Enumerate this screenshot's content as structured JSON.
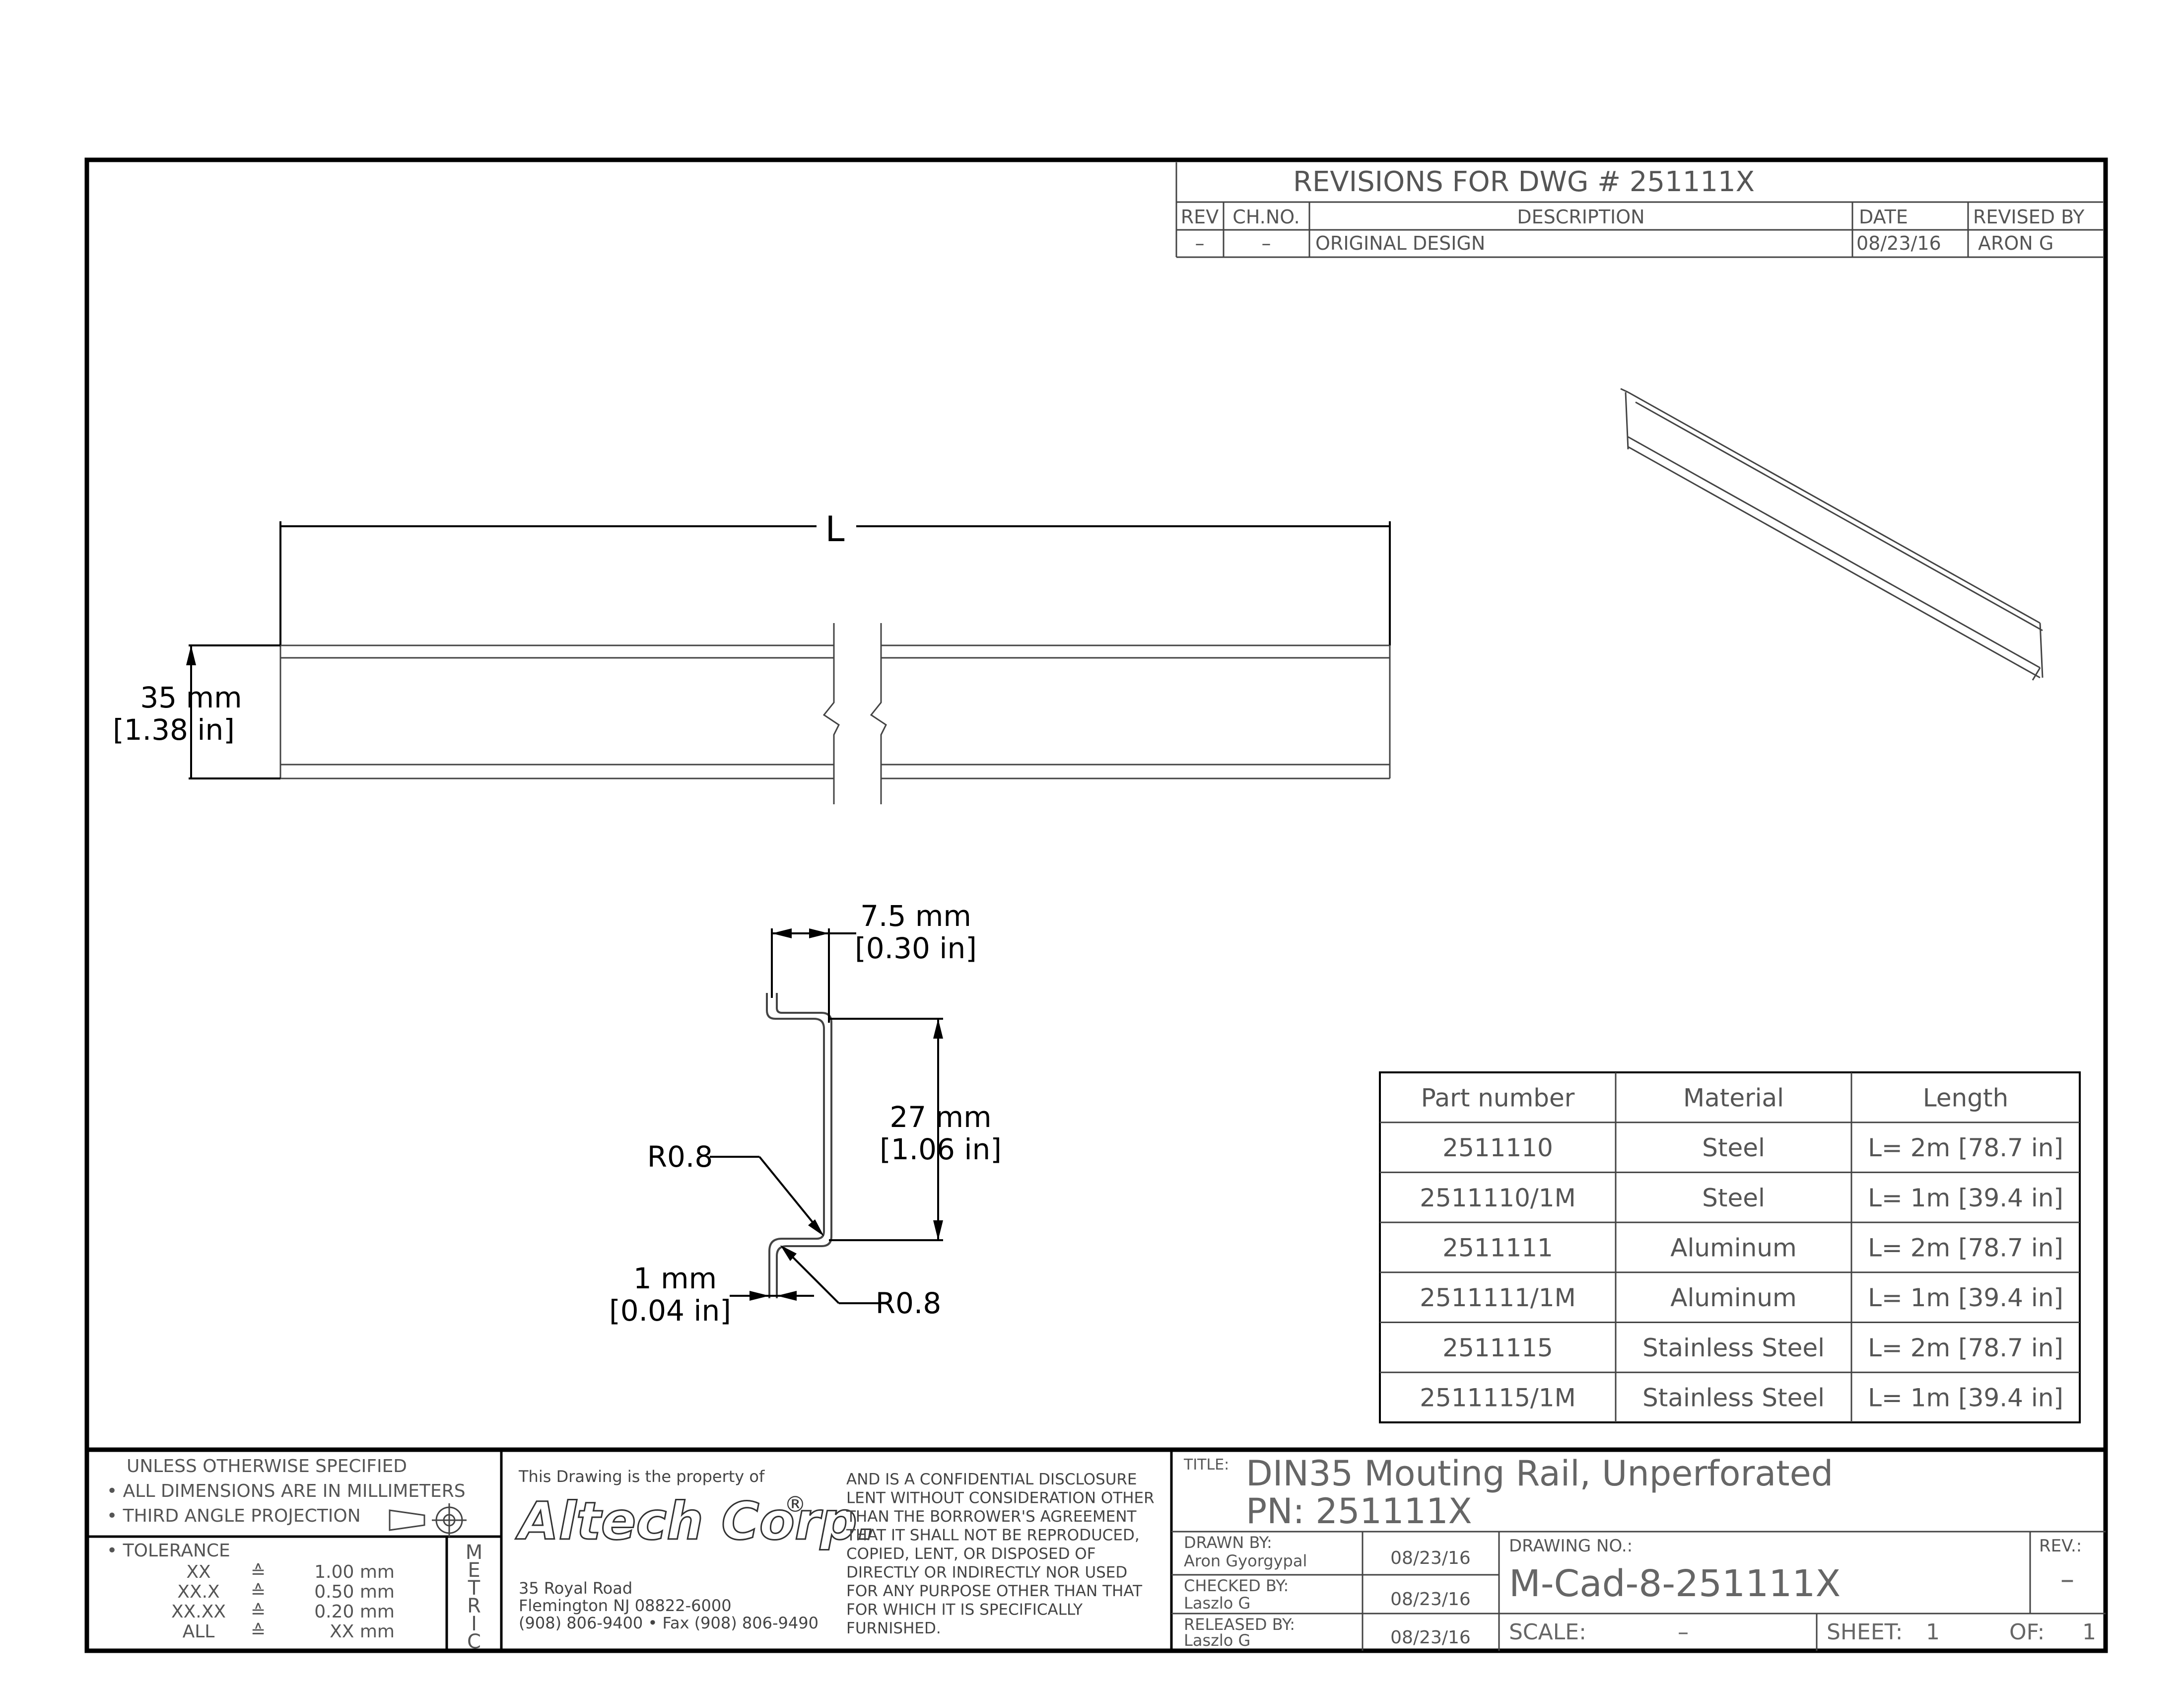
{
  "revisions": {
    "title": "REVISIONS FOR DWG # 251111X",
    "headers": {
      "rev": "REV",
      "chno": "CH.NO.",
      "description": "DESCRIPTION",
      "date": "DATE",
      "revised_by": "REVISED BY"
    },
    "row": {
      "rev": "–",
      "chno": "–",
      "description": "ORIGINAL DESIGN",
      "date": "08/23/16",
      "revised_by": "ARON G"
    }
  },
  "dimensions": {
    "length": "L",
    "height_mm": "35 mm",
    "height_in": "[1.38 in]",
    "flange_mm": "7.5 mm",
    "flange_in": "[0.30 in]",
    "depth_mm": "27 mm",
    "depth_in": "[1.06 in]",
    "radius_top": "R0.8",
    "radius_bottom": "R0.8",
    "thickness_mm": "1 mm",
    "thickness_in": "[0.04 in]"
  },
  "parts_table": {
    "headers": [
      "Part number",
      "Material",
      "Length"
    ],
    "rows": [
      [
        "2511110",
        "Steel",
        "L= 2m [78.7 in]"
      ],
      [
        "2511110/1M",
        "Steel",
        "L= 1m [39.4 in]"
      ],
      [
        "2511111",
        "Aluminum",
        "L= 2m [78.7 in]"
      ],
      [
        "2511111/1M",
        "Aluminum",
        "L= 1m [39.4 in]"
      ],
      [
        "2511115",
        "Stainless Steel",
        "L= 2m [78.7 in]"
      ],
      [
        "2511115/1M",
        "Stainless Steel",
        "L= 1m [39.4 in]"
      ]
    ]
  },
  "notes": {
    "line1": "UNLESS OTHERWISE SPECIFIED",
    "line2": "• ALL DIMENSIONS ARE IN MILLIMETERS",
    "line3": "• THIRD ANGLE PROJECTION",
    "tolerance_label": "• TOLERANCE",
    "tolerances": [
      [
        "XX",
        "≙",
        "1.00 mm"
      ],
      [
        "XX.X",
        "≙",
        "0.50 mm"
      ],
      [
        "XX.XX",
        "≙",
        "0.20 mm"
      ],
      [
        "ALL",
        "≙",
        "XX mm"
      ]
    ],
    "metric": [
      "M",
      "E",
      "T",
      "R",
      "I",
      "C"
    ]
  },
  "company": {
    "property": "This Drawing is the property of",
    "logo": "Altech Corp.",
    "reg": "®",
    "address1": "35 Royal Road",
    "address2": "Flemington NJ 08822-6000",
    "phone": "(908) 806-9400 • Fax (908) 806-9490",
    "disclosure": [
      "AND IS A CONFIDENTIAL DISCLOSURE",
      "LENT WITHOUT CONSIDERATION OTHER",
      "THAN THE BORROWER'S AGREEMENT",
      "THAT IT SHALL NOT BE REPRODUCED,",
      "COPIED, LENT, OR DISPOSED OF",
      "DIRECTLY OR INDIRECTLY NOR USED",
      "FOR ANY PURPOSE OTHER THAN THAT",
      "FOR WHICH IT IS SPECIFICALLY",
      "FURNISHED."
    ]
  },
  "title_block": {
    "title_label": "TITLE:",
    "title_line1": "DIN35 Mouting Rail, Unperforated",
    "title_line2": "PN: 251111X",
    "drawn_label": "DRAWN BY:",
    "drawn_name": "Aron Gyorgypal",
    "drawn_date": "08/23/16",
    "checked_label": "CHECKED BY:",
    "checked_name": "Laszlo G",
    "checked_date": "08/23/16",
    "released_label": "RELEASED BY:",
    "released_name": "Laszlo G",
    "released_date": "08/23/16",
    "drawing_no_label": "DRAWING NO.:",
    "drawing_no": "M-Cad-8-251111X",
    "rev_label": "REV.:",
    "rev_value": "–",
    "scale_label": "SCALE:",
    "scale_value": "–",
    "sheet_label": "SHEET:",
    "sheet_value": "1",
    "of_label": "OF:",
    "of_value": "1"
  }
}
